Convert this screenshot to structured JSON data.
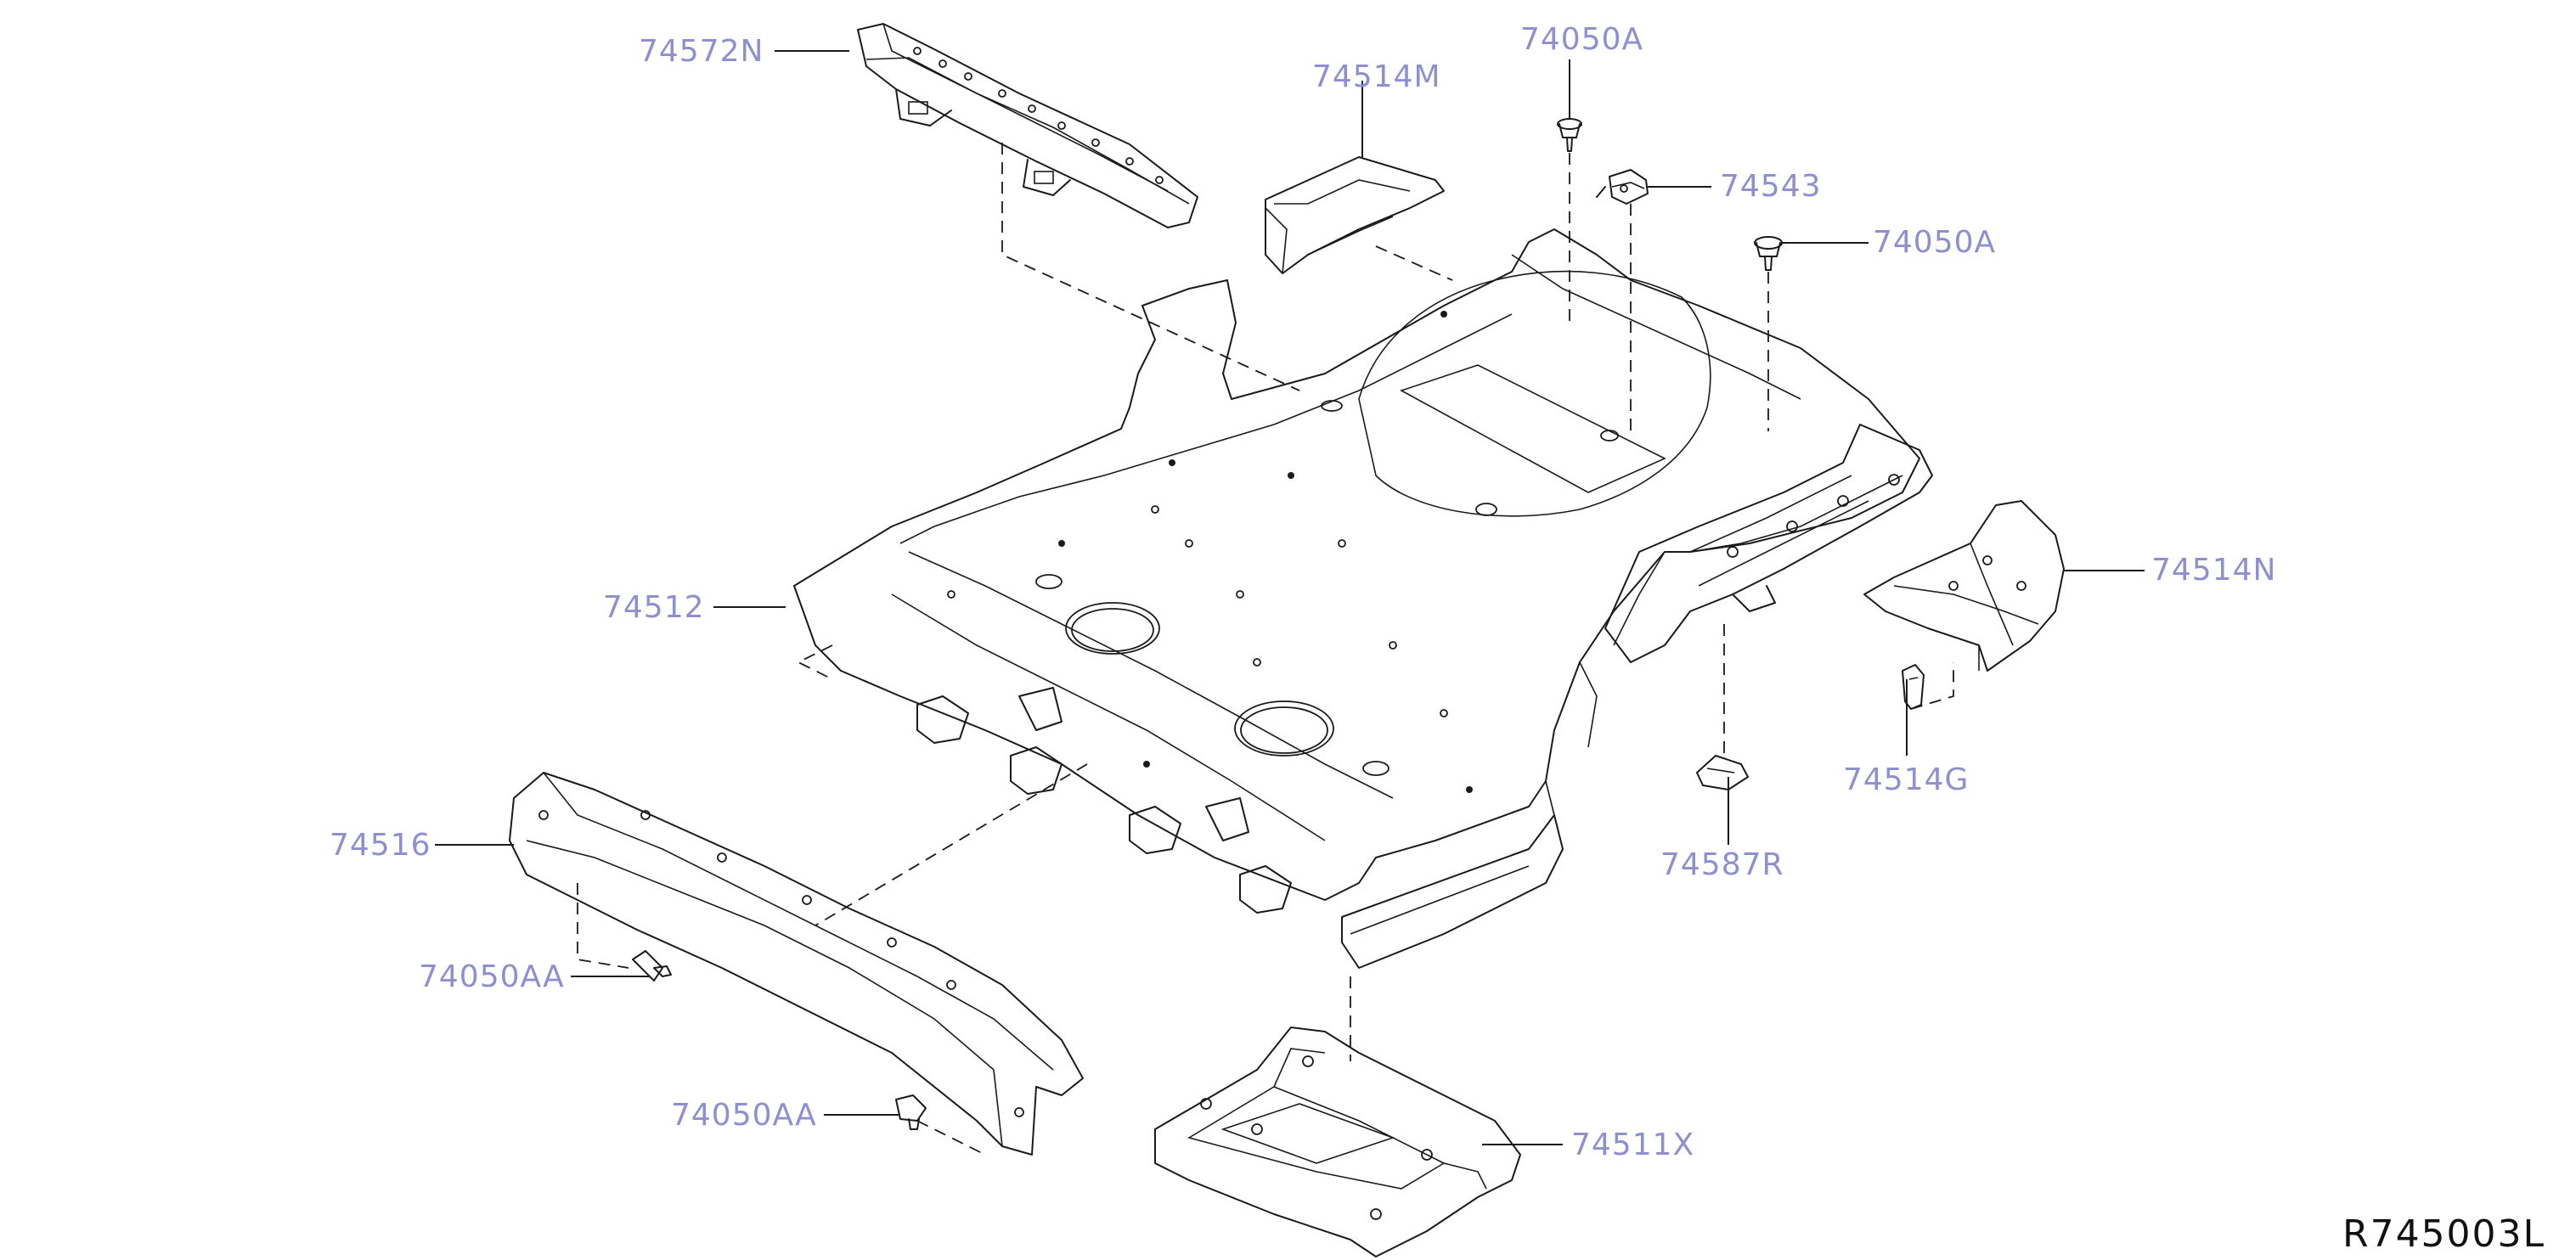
{
  "diagram_code": "R745003L",
  "callouts": {
    "c74572N": "74572N",
    "c74514M": "74514M",
    "c74050A_top": "74050A",
    "c74543": "74543",
    "c74050A_right": "74050A",
    "c74514N": "74514N",
    "c74512": "74512",
    "c74514G": "74514G",
    "c74587R": "74587R",
    "c74516": "74516",
    "c74050AA_upper": "74050AA",
    "c74050AA_lower": "74050AA",
    "c74511X": "74511X"
  },
  "colors": {
    "label": "#8f8fd0",
    "line": "#1a1a1a",
    "background": "#ffffff"
  }
}
